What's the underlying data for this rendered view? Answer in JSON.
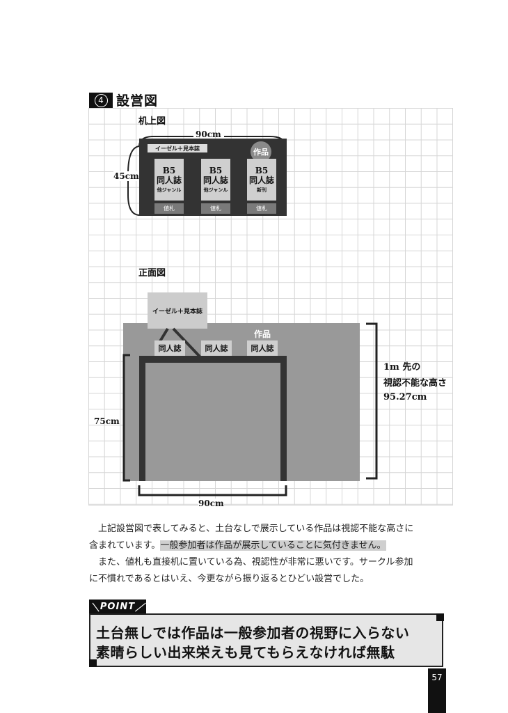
{
  "heading": {
    "number": "4",
    "title": "設営図"
  },
  "top_view": {
    "title": "机上図",
    "width_label": "90cm",
    "depth_label": "45cm",
    "easel_label": "イーゼル＋見本誌",
    "work_label": "作品",
    "books": [
      {
        "size": "B5",
        "name": "同人誌",
        "note": "他ジャンル",
        "tag": "値札"
      },
      {
        "size": "B5",
        "name": "同人誌",
        "note": "他ジャンル",
        "tag": "値札"
      },
      {
        "size": "B5",
        "name": "同人誌",
        "note": "新刊",
        "tag": "値札"
      }
    ]
  },
  "front_view": {
    "title": "正面図",
    "easel_label": "イーゼル＋見本誌",
    "work_label": "作品",
    "books": [
      "同人誌",
      "同人誌",
      "同人誌"
    ],
    "height_label": "75cm",
    "width_label": "90cm",
    "visibility_note": [
      "1m 先の",
      "視認不能な高さ",
      "95.27cm"
    ]
  },
  "body": {
    "p1_a": "　上記設営図で表してみると、土台なしで展示している作品は視認不能な高さに",
    "p1_b": "含まれています。",
    "p1_highlight": "一般参加者は作品が展示していることに気付きません。",
    "p2_a": "　また、値札も直接机に置いている為、視認性が非常に悪いです。サークル参加",
    "p2_b": "に不慣れであるとはいえ、今更ながら振り返るとひどい設営でした。"
  },
  "point": {
    "tag": "POINT",
    "line1": "土台無しでは作品は一般参加者の視野に入らない",
    "line2": "素晴らしい出来栄えも見てもらえなければ無駄"
  },
  "page_number": "57"
}
